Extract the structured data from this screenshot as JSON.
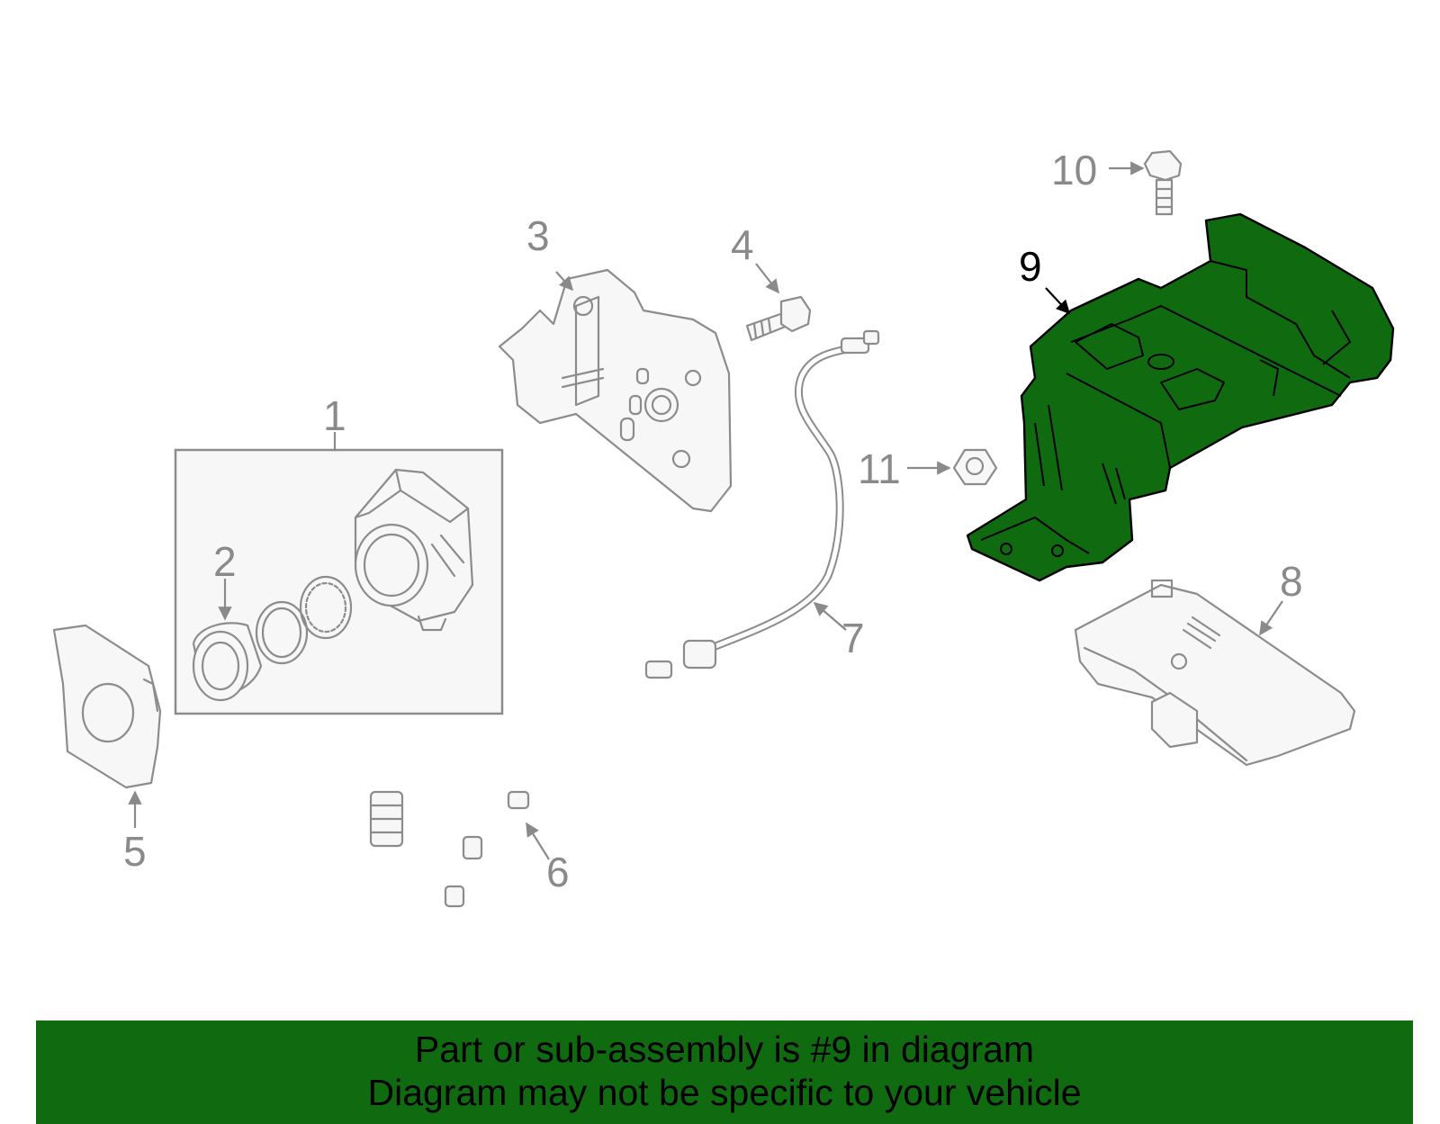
{
  "diagram": {
    "highlight_color": "#0f6a10",
    "parts": [
      {
        "number": "1"
      },
      {
        "number": "2"
      },
      {
        "number": "3"
      },
      {
        "number": "4"
      },
      {
        "number": "5"
      },
      {
        "number": "6"
      },
      {
        "number": "7"
      },
      {
        "number": "8"
      },
      {
        "number": "9",
        "highlighted": true
      },
      {
        "number": "10"
      },
      {
        "number": "11"
      }
    ]
  },
  "banner": {
    "line1": "Part or sub-assembly is #9 in diagram",
    "line2": "Diagram may not be specific to your vehicle"
  }
}
